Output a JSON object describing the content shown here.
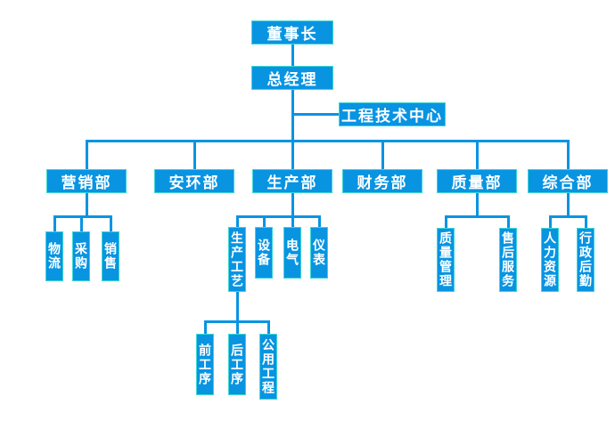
{
  "colors": {
    "box_fill": "#0994e2",
    "box_border": "#3bd6d4",
    "line": "#0994e2",
    "text": "#ffffff",
    "background": "#ffffff"
  },
  "nodes": {
    "chairman": "董事长",
    "gm": "总经理",
    "engineering": "工程技术中心",
    "marketing": "营销部",
    "safety": "安环部",
    "production": "生产部",
    "finance": "财务部",
    "quality": "质量部",
    "general": "综合部",
    "logistics": "物流",
    "purchasing": "采购",
    "sales": "销售",
    "process": "生产工艺",
    "equipment": "设备",
    "electrical": "电气",
    "instrument": "仪表",
    "front_process": "前工序",
    "back_process": "后工序",
    "utility": "公用工程",
    "quality_mgmt": "质量管理",
    "after_sales": "售后服务",
    "hr": "人力资源",
    "admin": "行政后勤"
  },
  "hierarchy": {
    "chairman": [
      "gm"
    ],
    "gm": [
      "engineering",
      "marketing",
      "safety",
      "production",
      "finance",
      "quality",
      "general"
    ],
    "marketing": [
      "logistics",
      "purchasing",
      "sales"
    ],
    "production": [
      "process",
      "equipment",
      "electrical",
      "instrument"
    ],
    "process": [
      "front_process",
      "back_process",
      "utility"
    ],
    "quality": [
      "quality_mgmt",
      "after_sales"
    ],
    "general": [
      "hr",
      "admin"
    ]
  }
}
